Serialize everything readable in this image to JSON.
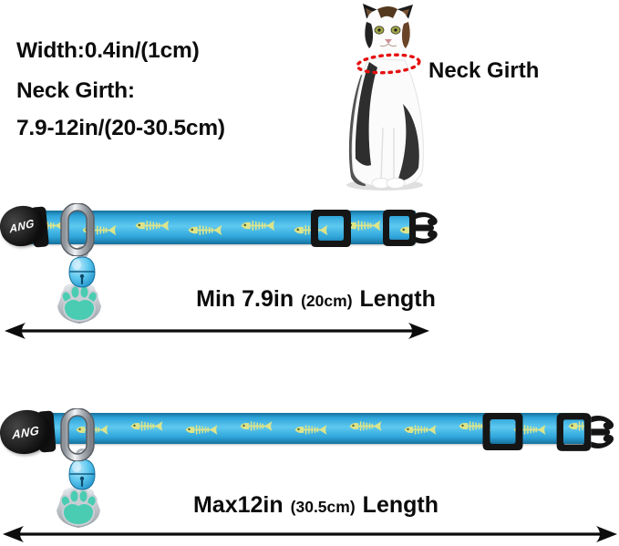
{
  "specs": {
    "width": "Width:0.4in/(1cm)",
    "neck_girth_title": "Neck Girth:",
    "neck_girth_range": "7.9-12in/(20-30.5cm)"
  },
  "cat": {
    "annotation_label": "Neck Girth"
  },
  "brand": {
    "logo": "ANG"
  },
  "measurements": {
    "min": {
      "value": "Min 7.9in",
      "metric": "(20cm)",
      "suffix": "Length"
    },
    "max": {
      "value": "Max12in",
      "metric": "(30.5cm)",
      "suffix": "Length"
    }
  },
  "colors": {
    "collar_blue": "#2fa5da",
    "collar_blue_light": "#5ec9f0",
    "fishbone_yellow": "#dde48a",
    "bell_blue": "#4fc0ea",
    "paw_teal": "#49ccb2",
    "charm_silver": "#c9ced4",
    "plastic_black": "#151515",
    "annotation_red": "#e51010",
    "text_black": "#111111"
  }
}
